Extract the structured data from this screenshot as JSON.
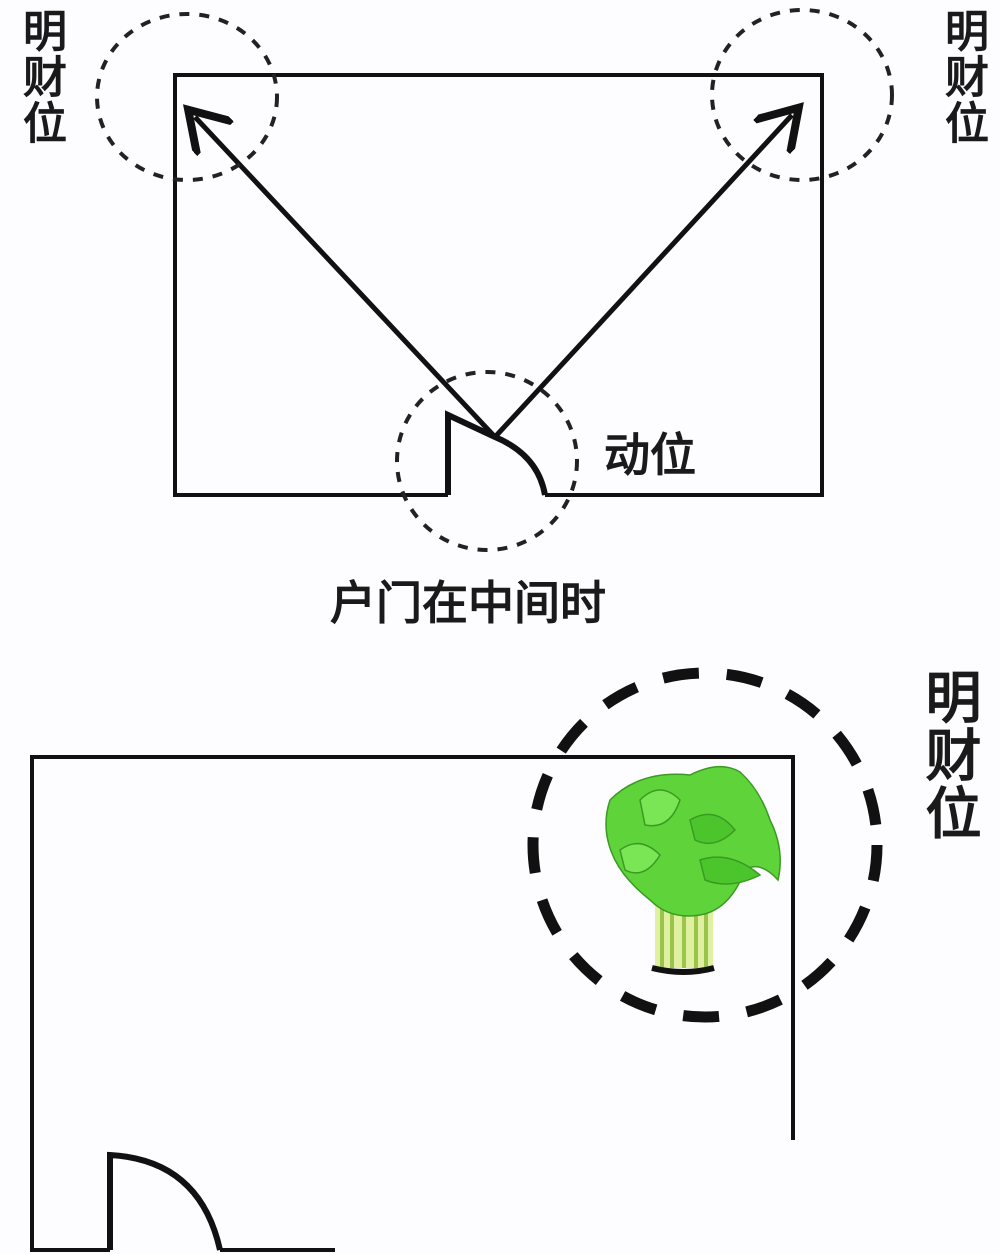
{
  "top_diagram": {
    "label_top_left": "明财位",
    "label_top_right": "明财位",
    "label_door": "动位",
    "caption": "户门在中间时"
  },
  "bottom_diagram": {
    "label_right": "明财位",
    "plant_icon": "potted-plant"
  },
  "colors": {
    "line": "#111111",
    "plant": "#5fd43a",
    "background": "#fdfdff"
  }
}
